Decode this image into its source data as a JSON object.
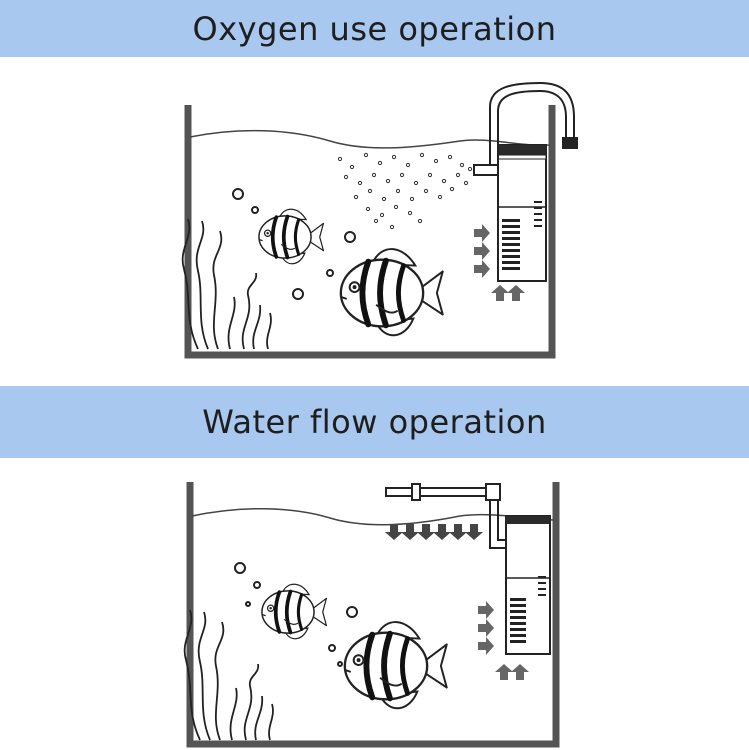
{
  "colors": {
    "banner": "#a8c8ef",
    "tank": "#545454",
    "line": "#222222",
    "arrow": "#666666",
    "filter_dark": "#2a2a2a"
  },
  "sections": [
    {
      "title": "Oxygen use operation",
      "mode": "oxygen"
    },
    {
      "title": "Water flow operation",
      "mode": "water-flow"
    }
  ],
  "icons": [
    "fish-icon",
    "seaweed-icon",
    "bubble-icon",
    "arrow-icon",
    "filter-icon"
  ]
}
